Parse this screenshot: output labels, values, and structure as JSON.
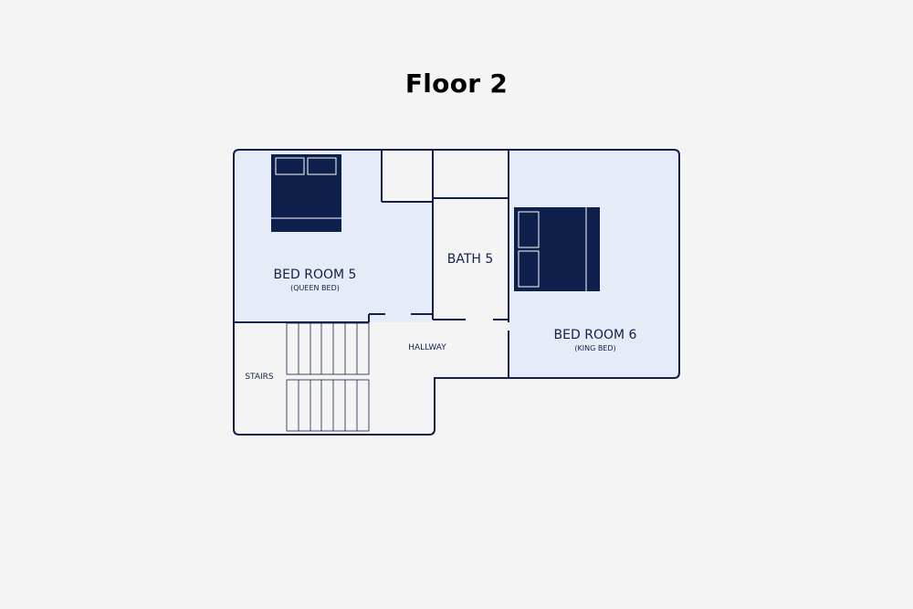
{
  "title": "Floor 2",
  "colors": {
    "background": "#f4f4f4",
    "wall": "#14204a",
    "bedroom_fill": "#e6ecf7",
    "bed": "#0e1f4b"
  },
  "rooms": {
    "bedroom5": {
      "name": "BED ROOM 5",
      "bed": "(QUEEN BED)"
    },
    "bath5": {
      "name": "BATH 5"
    },
    "bedroom6": {
      "name": "BED ROOM 6",
      "bed": "(KING BED)"
    },
    "hallway": {
      "name": "HALLWAY"
    },
    "stairs": {
      "name": "STAIRS"
    }
  }
}
